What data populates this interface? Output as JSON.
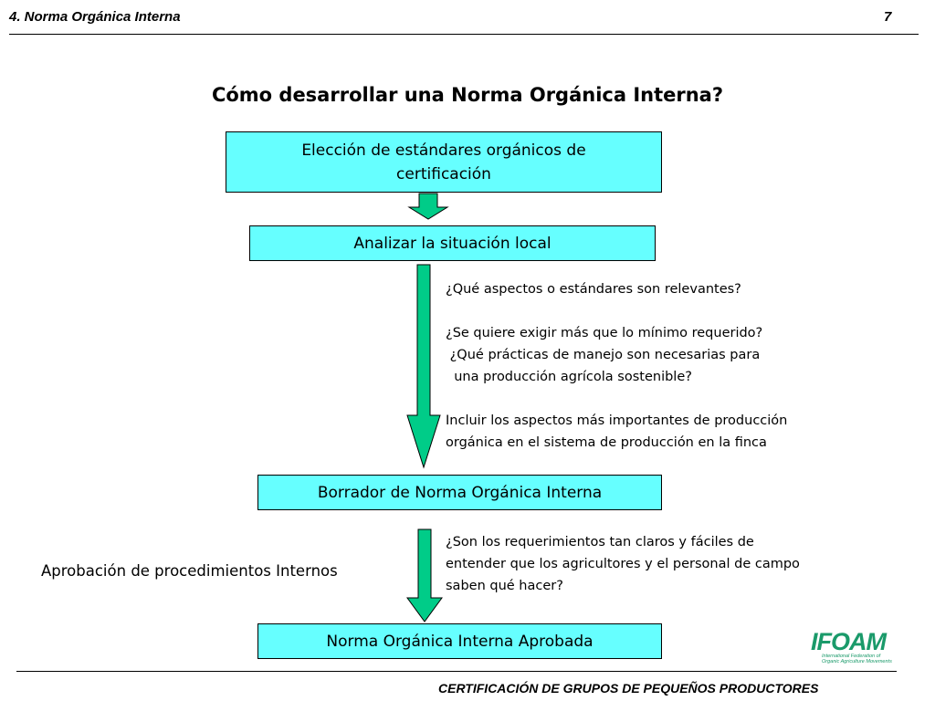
{
  "header": {
    "section": "4. Norma  Orgánica Interna",
    "page_number": "7"
  },
  "title": "Cómo desarrollar una Norma Orgánica Interna?",
  "flow": {
    "step1": "Elección de estándares orgánicos de certificación",
    "step2": "Analizar la situación local",
    "step3": "Borrador de Norma Orgánica Interna",
    "step4": "Norma Orgánica Interna Aprobada"
  },
  "notes": {
    "q1": "¿Qué aspectos o estándares son relevantes?",
    "q2": "¿Se quiere exigir más que lo mínimo requerido?",
    "q3_line1": " ¿Qué prácticas de manejo son necesarias para",
    "q3_line2": "  una producción agrícola sostenible?",
    "q4_line1": "Incluir los aspectos más importantes de producción",
    "q4_line2": "orgánica en el sistema de producción en la finca",
    "q5_line1": "¿Son los requerimientos tan claros y fáciles de",
    "q5_line2": "entender que los agricultores y el personal de campo",
    "q5_line3": "saben qué hacer?"
  },
  "side_label": "Aprobación de procedimientos Internos",
  "logo": {
    "name": "IFOAM",
    "line1": "International Federation of",
    "line2": "Organic Agriculture Movements",
    "color": "#1a9a6a"
  },
  "footer": "CERTIFICACIÓN DE GRUPOS DE PEQUEÑOS PRODUCTORES",
  "colors": {
    "box_fill": "#66ffff",
    "arrow_fill": "#00cc88"
  }
}
